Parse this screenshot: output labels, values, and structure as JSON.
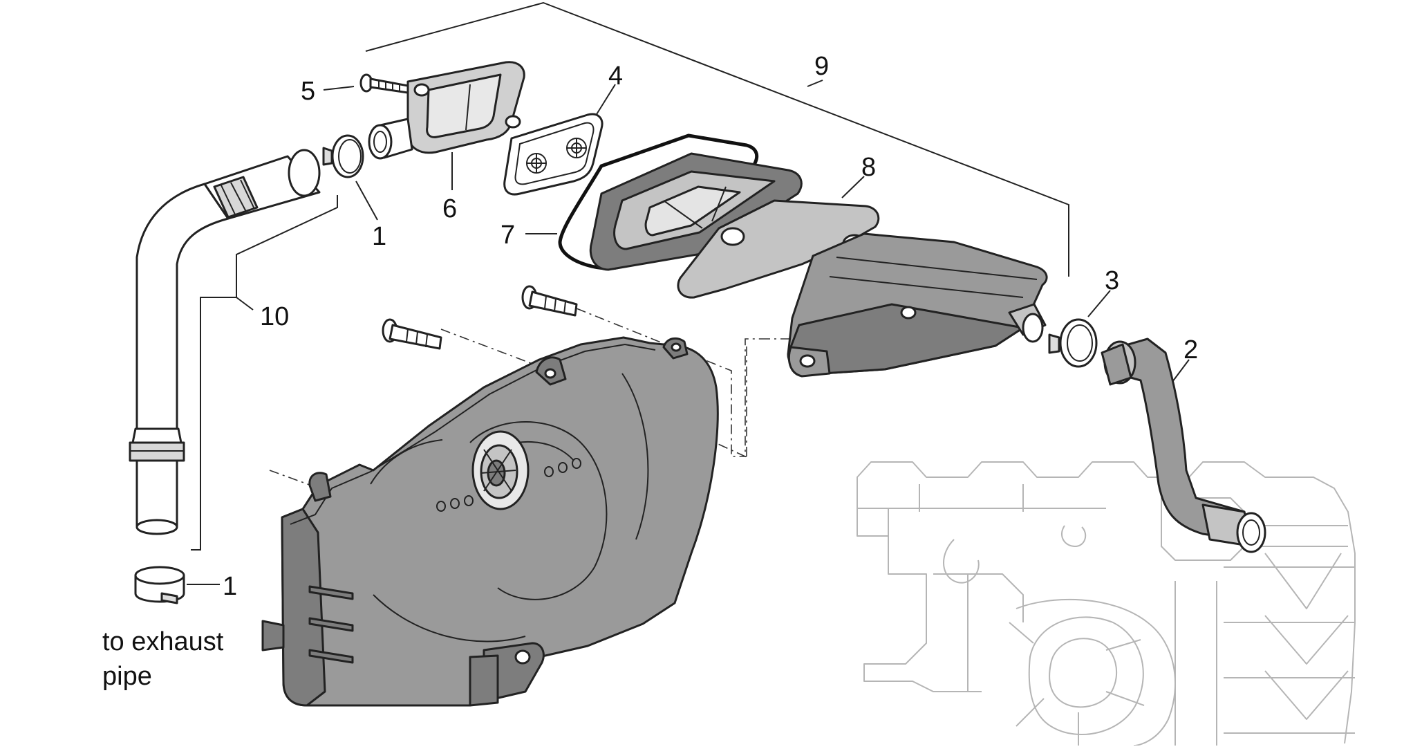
{
  "diagram": {
    "callouts": [
      {
        "id": "c1a",
        "text": "1"
      },
      {
        "id": "c1b",
        "text": "1"
      },
      {
        "id": "c2",
        "text": "2"
      },
      {
        "id": "c3",
        "text": "3"
      },
      {
        "id": "c4",
        "text": "4"
      },
      {
        "id": "c5",
        "text": "5"
      },
      {
        "id": "c6",
        "text": "6"
      },
      {
        "id": "c7",
        "text": "7"
      },
      {
        "id": "c8",
        "text": "8"
      },
      {
        "id": "c9",
        "text": "9"
      },
      {
        "id": "c10",
        "text": "10"
      }
    ],
    "note_lines": [
      "to exhaust",
      "pipe"
    ],
    "colors": {
      "part_fill": "#9a9a9a",
      "part_fill_dark": "#7d7d7d",
      "part_fill_light": "#c4c4c4",
      "pipe_fill": "#ffffff",
      "stroke": "#222222",
      "ghost_stroke": "#b5b5b5"
    }
  }
}
